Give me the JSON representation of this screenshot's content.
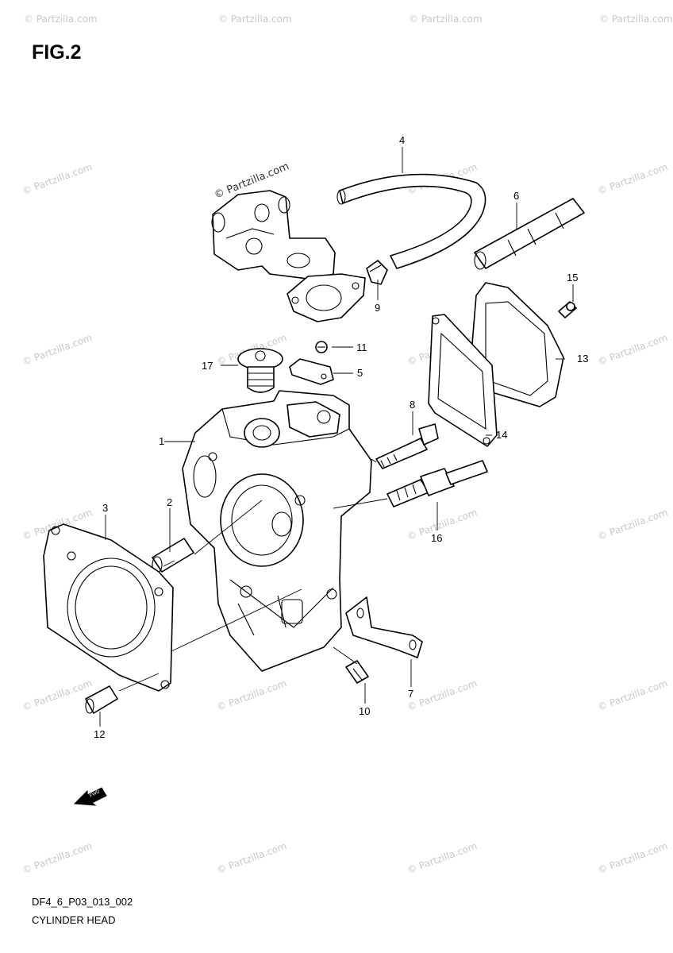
{
  "figure": {
    "title": "FIG.2",
    "drawing_code": "DF4_6_P03_013_002",
    "caption": "CYLINDER HEAD"
  },
  "watermark": {
    "main": "© Partzilla.com",
    "repeat": "© Partzilla.com"
  },
  "fwd_label": "FWD",
  "callouts": [
    {
      "id": "1",
      "label": "1"
    },
    {
      "id": "2",
      "label": "2"
    },
    {
      "id": "3",
      "label": "3"
    },
    {
      "id": "4",
      "label": "4"
    },
    {
      "id": "5",
      "label": "5"
    },
    {
      "id": "6",
      "label": "6"
    },
    {
      "id": "7",
      "label": "7"
    },
    {
      "id": "8",
      "label": "8"
    },
    {
      "id": "9",
      "label": "9"
    },
    {
      "id": "10",
      "label": "10"
    },
    {
      "id": "11",
      "label": "11"
    },
    {
      "id": "12",
      "label": "12"
    },
    {
      "id": "13",
      "label": "13"
    },
    {
      "id": "14",
      "label": "14"
    },
    {
      "id": "15",
      "label": "15"
    },
    {
      "id": "16",
      "label": "16"
    },
    {
      "id": "17",
      "label": "17"
    }
  ]
}
